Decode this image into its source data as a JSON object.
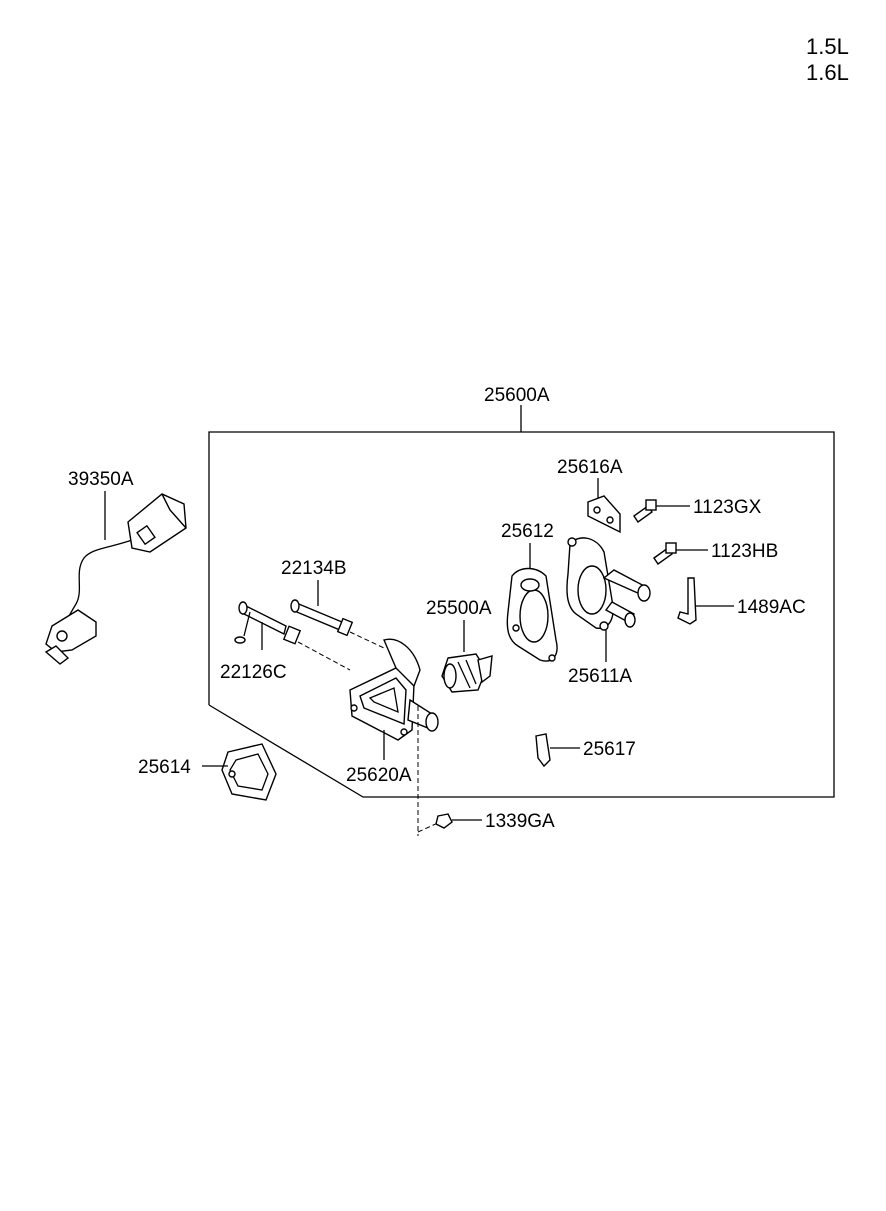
{
  "engine": {
    "line1": "1.5L",
    "line2": "1.6L"
  },
  "labels": {
    "assy": "25600A",
    "sensor": "39350A",
    "bracket": "25616A",
    "bolt_gx": "1123GX",
    "gasket_612": "25612",
    "bolt_hb": "1123HB",
    "pipe_b": "22134B",
    "thermostat": "25500A",
    "clip_ac": "1489AC",
    "pipe_c": "22126C",
    "housing_611": "25611A",
    "gasket_614": "25614",
    "housing_620": "25620A",
    "clip_617": "25617",
    "nut": "1339GA"
  }
}
